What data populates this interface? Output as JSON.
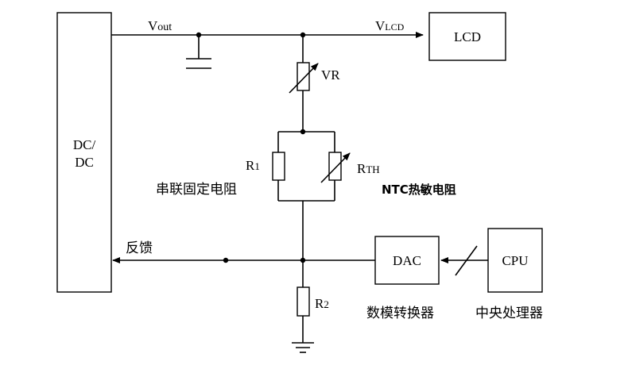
{
  "blocks": {
    "dcdc_line1": "DC/",
    "dcdc_line2": "DC",
    "lcd": "LCD",
    "dac": "DAC",
    "cpu": "CPU"
  },
  "nets": {
    "vout_main": "V",
    "vout_sub": "out",
    "vlcd_main": "V",
    "vlcd_sub": "LCD",
    "feedback": "反馈"
  },
  "components": {
    "vr": "VR",
    "r1_main": "R",
    "r1_sub": "1",
    "r1_desc": "串联固定电阻",
    "rth_main": "R",
    "rth_sub": "TH",
    "rth_desc": "NTC热敏电阻",
    "r2_main": "R",
    "r2_sub": "2"
  },
  "captions": {
    "dac": "数模转换器",
    "cpu": "中央处理器"
  }
}
